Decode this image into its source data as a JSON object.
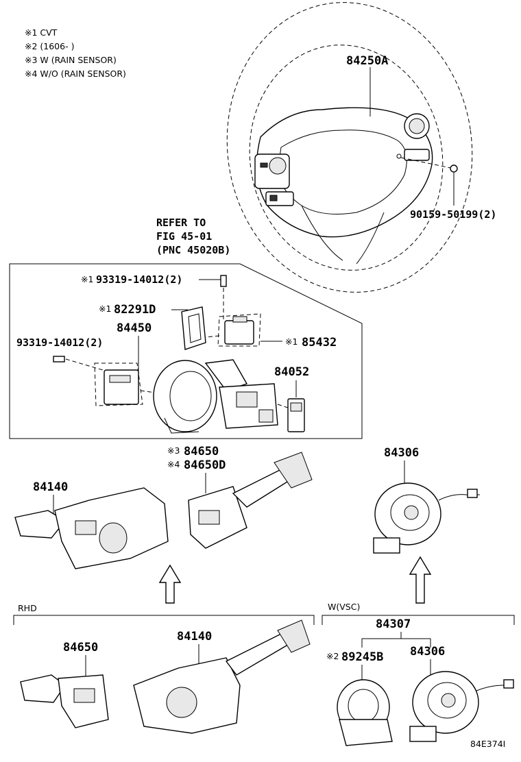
{
  "legend": [
    "※1 CVT",
    "※2 (1606-      )",
    "※3 W (RAIN SENSOR)",
    "※4 W/O (RAIN SENSOR)"
  ],
  "callouts": {
    "steering_wheel": "84250A",
    "screw_wheel": "90159-50199(2)",
    "refer_line1": "REFER TO",
    "refer_line2": "FIG 45-01",
    "refer_line3": "(PNC 45020B)",
    "screw_top": "93319-14012(2)",
    "screw_top_mark": "※1",
    "bracket": "82291D",
    "bracket_mark": "※1",
    "switch_body": "84450",
    "screw_left": "93319-14012(2)",
    "relay": "85432",
    "relay_mark": "※1",
    "connector": "84052",
    "wiper_a": "84650",
    "wiper_a_mark": "※3",
    "wiper_b": "84650D",
    "wiper_b_mark": "※4",
    "turn_switch": "84140",
    "spiral_cable": "84306",
    "rhd_label": "RHD",
    "rhd_wiper": "84650",
    "rhd_turn": "84140",
    "vsc_label": "W(VSC)",
    "vsc_assy": "84307",
    "vsc_sensor": "89245B",
    "vsc_sensor_mark": "※2",
    "vsc_cable": "84306",
    "figure_id": "84E374I"
  }
}
